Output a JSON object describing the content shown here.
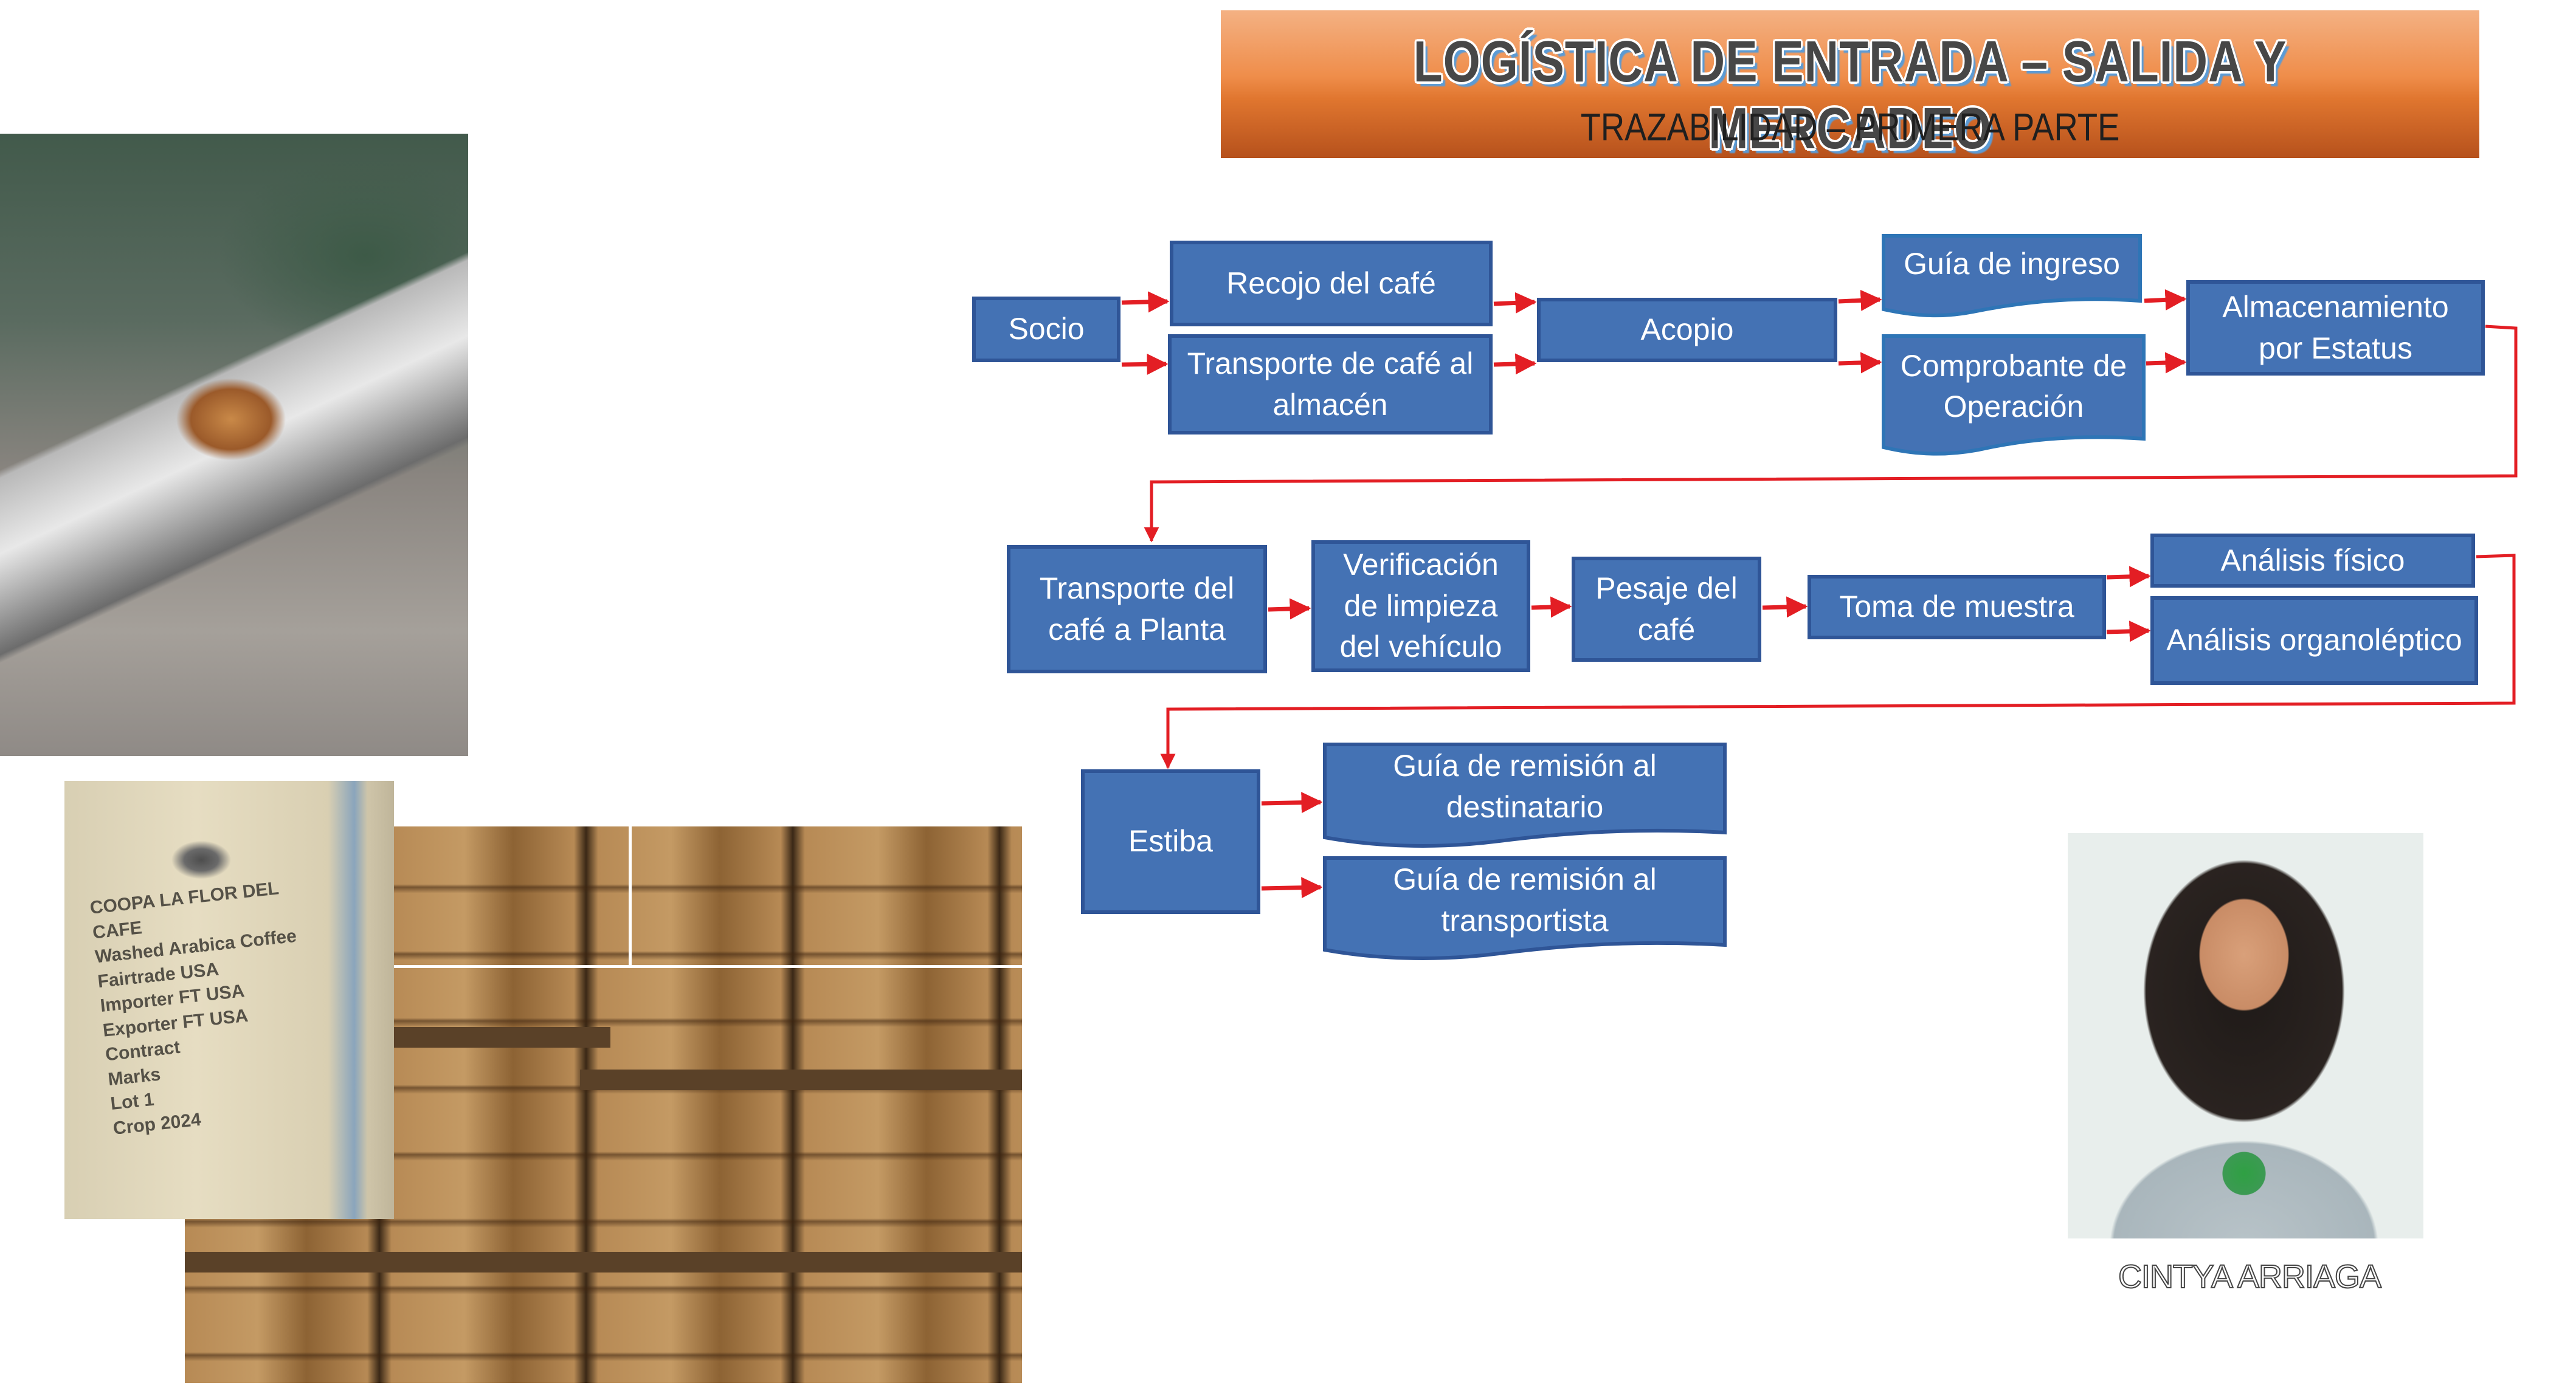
{
  "banner": {
    "title": "LOGÍSTICA DE ENTRADA – SALIDA Y MERCADEO",
    "subtitle": "TRAZABILIDAD – PRIMERA PARTE",
    "gradient_top": "#f4b183",
    "gradient_bottom": "#b6511c"
  },
  "colors": {
    "box_fill": "#4472b4",
    "box_border": "#2f5597",
    "arrow": "#e31e24",
    "box_text": "#ffffff"
  },
  "flow": {
    "row1": {
      "socio": "Socio",
      "recojo": "Recojo del café",
      "transporte_almacen": "Transporte de café al almacén",
      "acopio": "Acopio",
      "guia_ingreso": "Guía de ingreso",
      "comprobante": "Comprobante de Operación",
      "almacenamiento": "Almacenamiento por Estatus"
    },
    "row2": {
      "transporte_planta": "Transporte del café a Planta",
      "verificacion": "Verificación de limpieza del vehículo",
      "pesaje": "Pesaje del café",
      "toma_muestra": "Toma de muestra",
      "analisis_fisico": "Análisis físico",
      "analisis_organoleptico": "Análisis organoléptico"
    },
    "row3": {
      "estiba": "Estiba",
      "guia_destinatario": "Guía de remisión al destinatario",
      "guia_transportista": "Guía de remisión al transportista"
    },
    "edges": [
      [
        "Socio",
        "Recojo del café"
      ],
      [
        "Socio",
        "Transporte de café al almacén"
      ],
      [
        "Recojo del café",
        "Acopio"
      ],
      [
        "Transporte de café al almacén",
        "Acopio"
      ],
      [
        "Acopio",
        "Guía de ingreso"
      ],
      [
        "Acopio",
        "Comprobante de Operación"
      ],
      [
        "Guía de ingreso",
        "Almacenamiento por Estatus"
      ],
      [
        "Comprobante de Operación",
        "Almacenamiento por Estatus"
      ],
      [
        "Almacenamiento por Estatus",
        "Transporte del café a Planta"
      ],
      [
        "Transporte del café a Planta",
        "Verificación de limpieza del vehículo"
      ],
      [
        "Verificación de limpieza del vehículo",
        "Pesaje del café"
      ],
      [
        "Pesaje del café",
        "Toma de muestra"
      ],
      [
        "Toma de muestra",
        "Análisis físico"
      ],
      [
        "Toma de muestra",
        "Análisis organoléptico"
      ],
      [
        "Análisis físico",
        "Estiba"
      ],
      [
        "Estiba",
        "Guía de remisión al destinatario"
      ],
      [
        "Estiba",
        "Guía de remisión al transportista"
      ]
    ]
  },
  "photos": {
    "sack_text": [
      "COOPA LA FLOR DEL CAFE",
      "Washed Arabica Coffee",
      "Fairtrade USA",
      "Importer FT USA",
      "Exporter FT USA",
      "Contract",
      "Marks",
      "Lot 1",
      "Crop 2024"
    ],
    "beans_photo": "coffee-sampler-photo",
    "stacks_photo": "coffee-sacks-warehouse-photo",
    "sack_photo": "coffee-sack-label-photo",
    "portrait_photo": "presenter-portrait-photo"
  },
  "presenter": {
    "name": "CINTYA ARRIAGA"
  }
}
